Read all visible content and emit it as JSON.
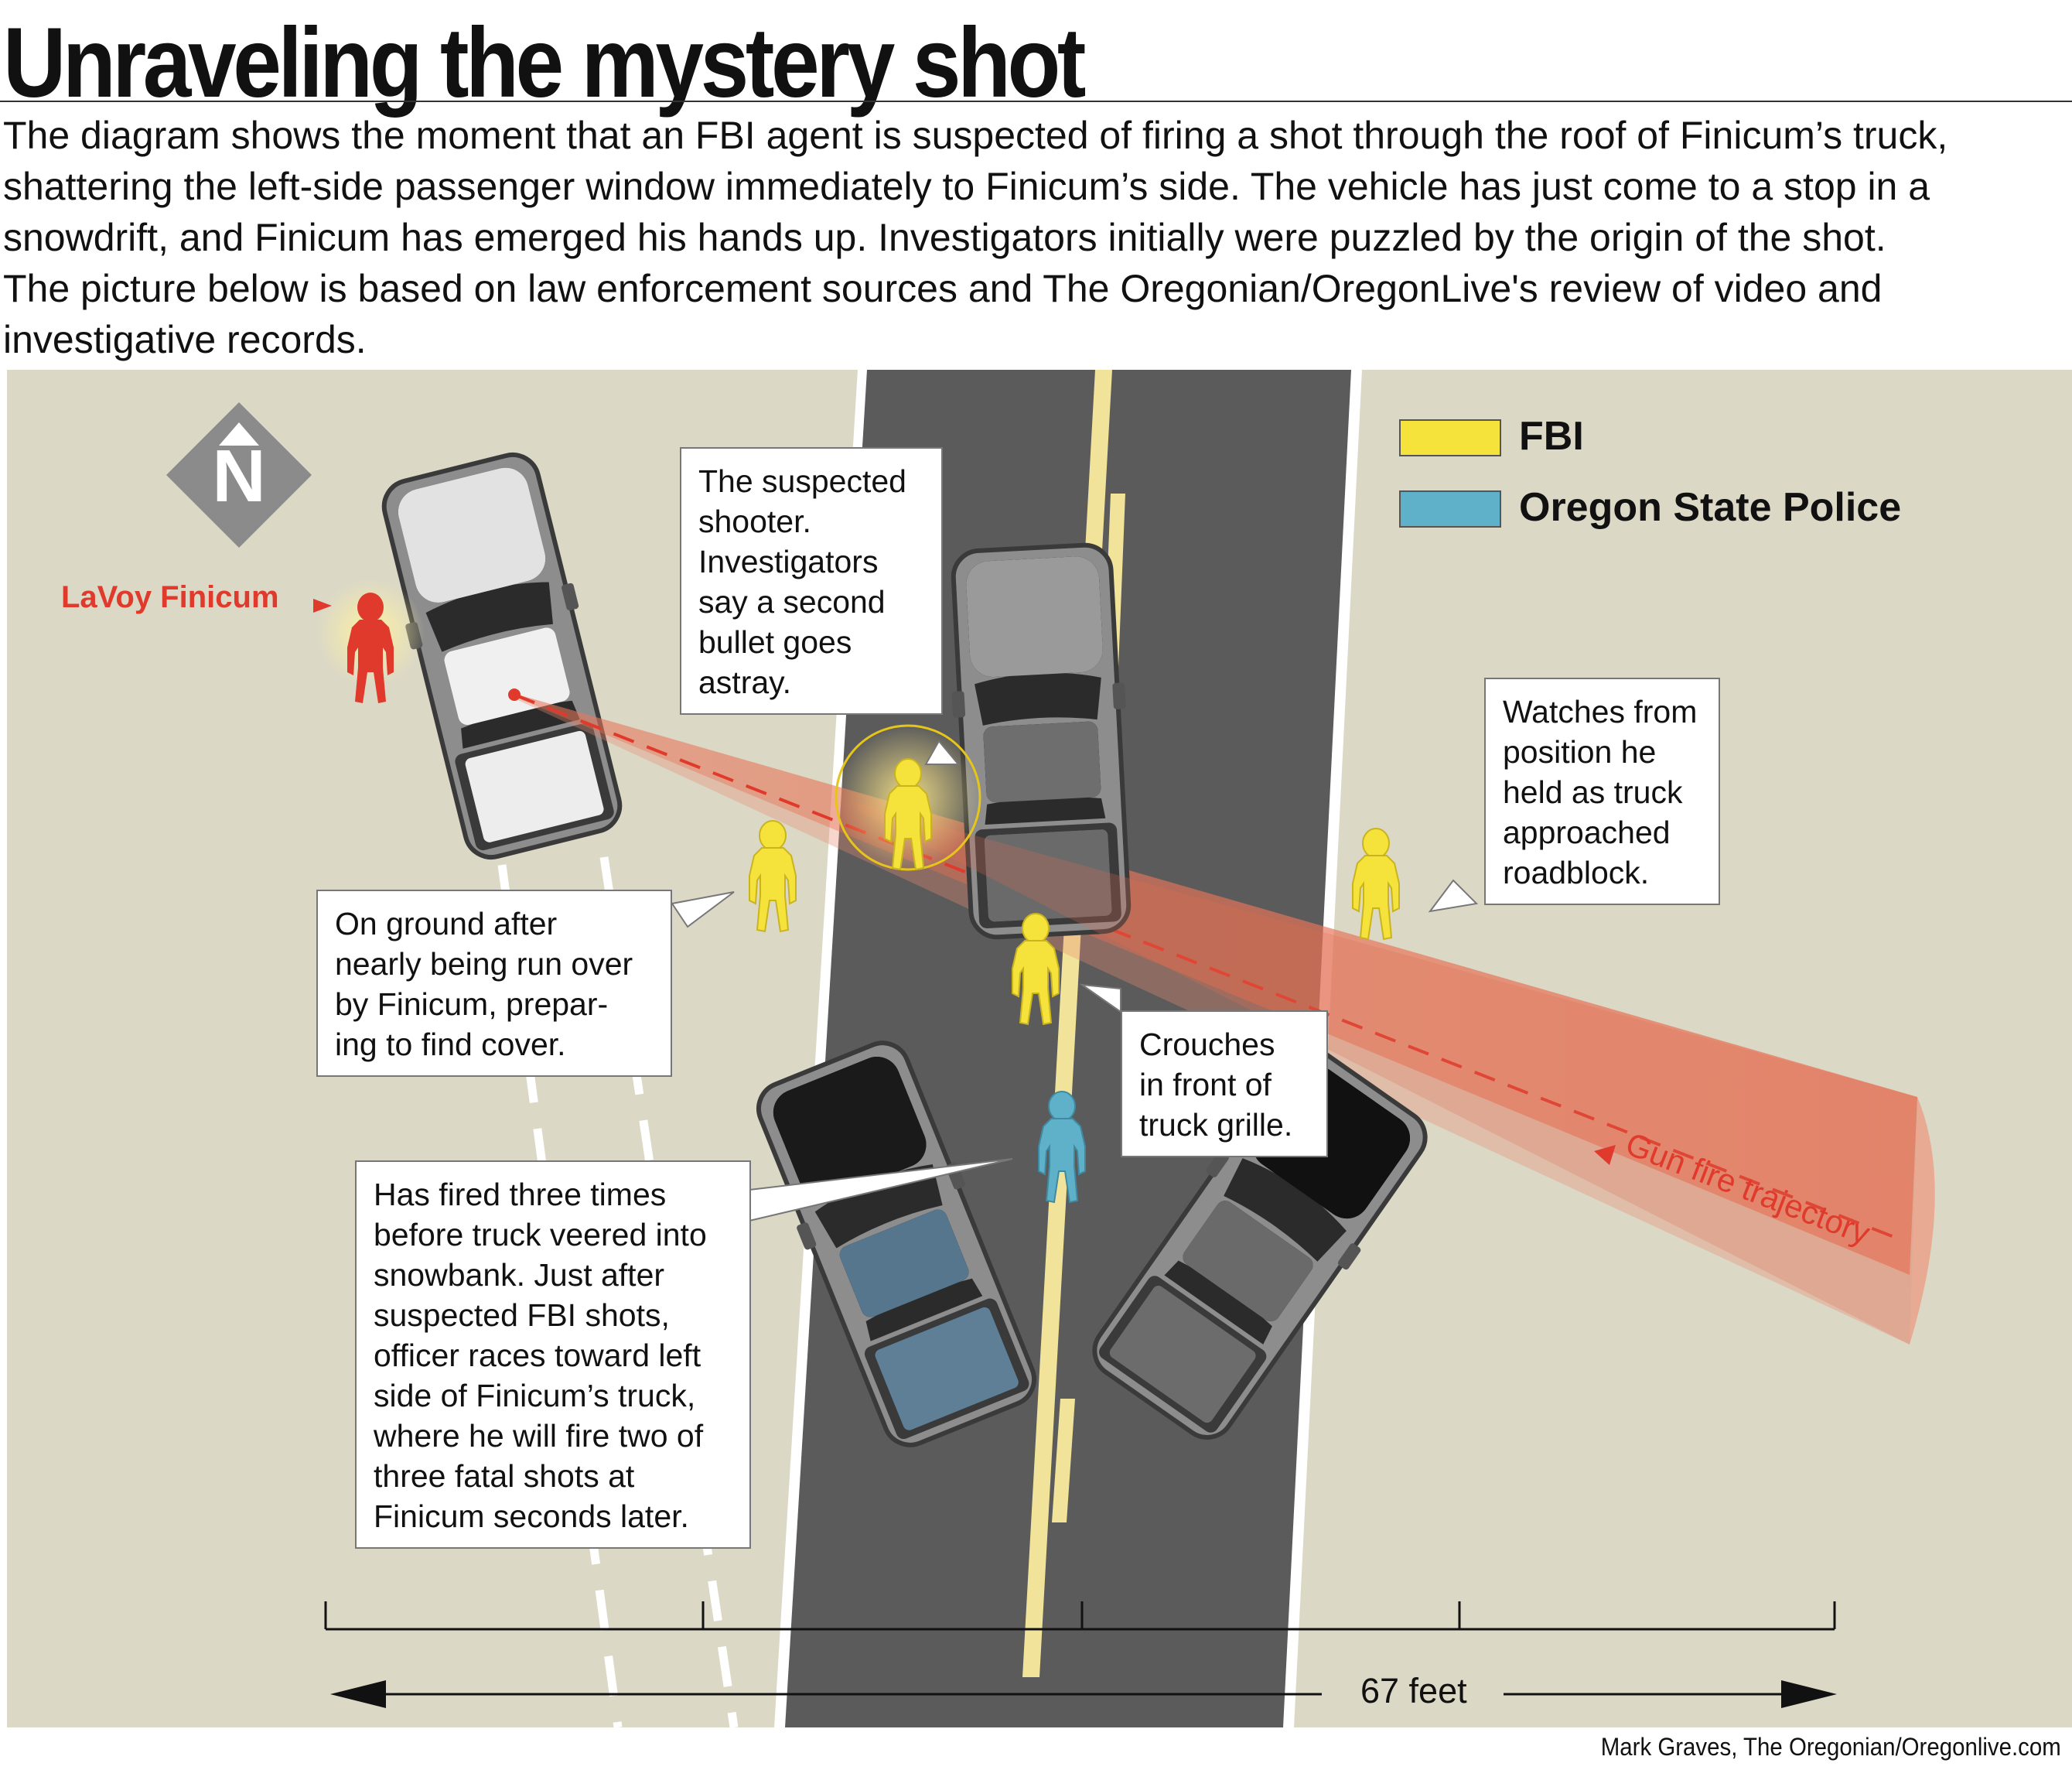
{
  "title": "Unraveling the mystery shot",
  "intro": [
    "The diagram shows the moment that an FBI agent is suspected of firing a shot through the roof of Finicum’s truck,",
    "shattering the left-side passenger window immediately to Finicum’s side. The vehicle has just come to a stop in a",
    "snowdrift, and Finicum has emerged his hands up. Investigators initially were puzzled by the origin of the shot.",
    "The picture below is based on law enforcement sources and The Oregonian/OregonLive's review of video and",
    "investigative records."
  ],
  "compass": {
    "letter": "N"
  },
  "legend": [
    {
      "label": "FBI",
      "color": "#f5e23a"
    },
    {
      "label": "Oregon State Police",
      "color": "#5fb1c9"
    }
  ],
  "finicum_label": "LaVoy Finicum",
  "trajectory_label": "Gun fire trajectory",
  "notes": {
    "shooter": [
      "The suspected",
      "shooter.",
      "Investigators",
      "say a second",
      "bullet goes",
      "astray."
    ],
    "watches": [
      "Watches from",
      "position he",
      "held as truck",
      "approached",
      "roadblock."
    ],
    "ground": [
      "On ground after",
      "nearly being run over",
      "by Finicum, prepar-",
      "ing to find cover."
    ],
    "crouches": [
      "Crouches",
      "in front of",
      "truck grille."
    ],
    "fired": [
      "Has fired three times",
      "before truck veered into",
      "snowbank. Just after",
      "suspected FBI shots,",
      "officer races toward left",
      "side of Finicum’s truck,",
      "where he will fire two of",
      "three fatal shots at",
      "Finicum seconds later."
    ]
  },
  "scale_label": "67 feet",
  "credit": "Mark Graves, The Oregonian/Oregonlive.com",
  "colors": {
    "fbi": "#f5e23a",
    "osp": "#5fb1c9",
    "finicum": "#e03a2c",
    "road": "#5b5b5b",
    "ground": "#dbd8c6"
  }
}
